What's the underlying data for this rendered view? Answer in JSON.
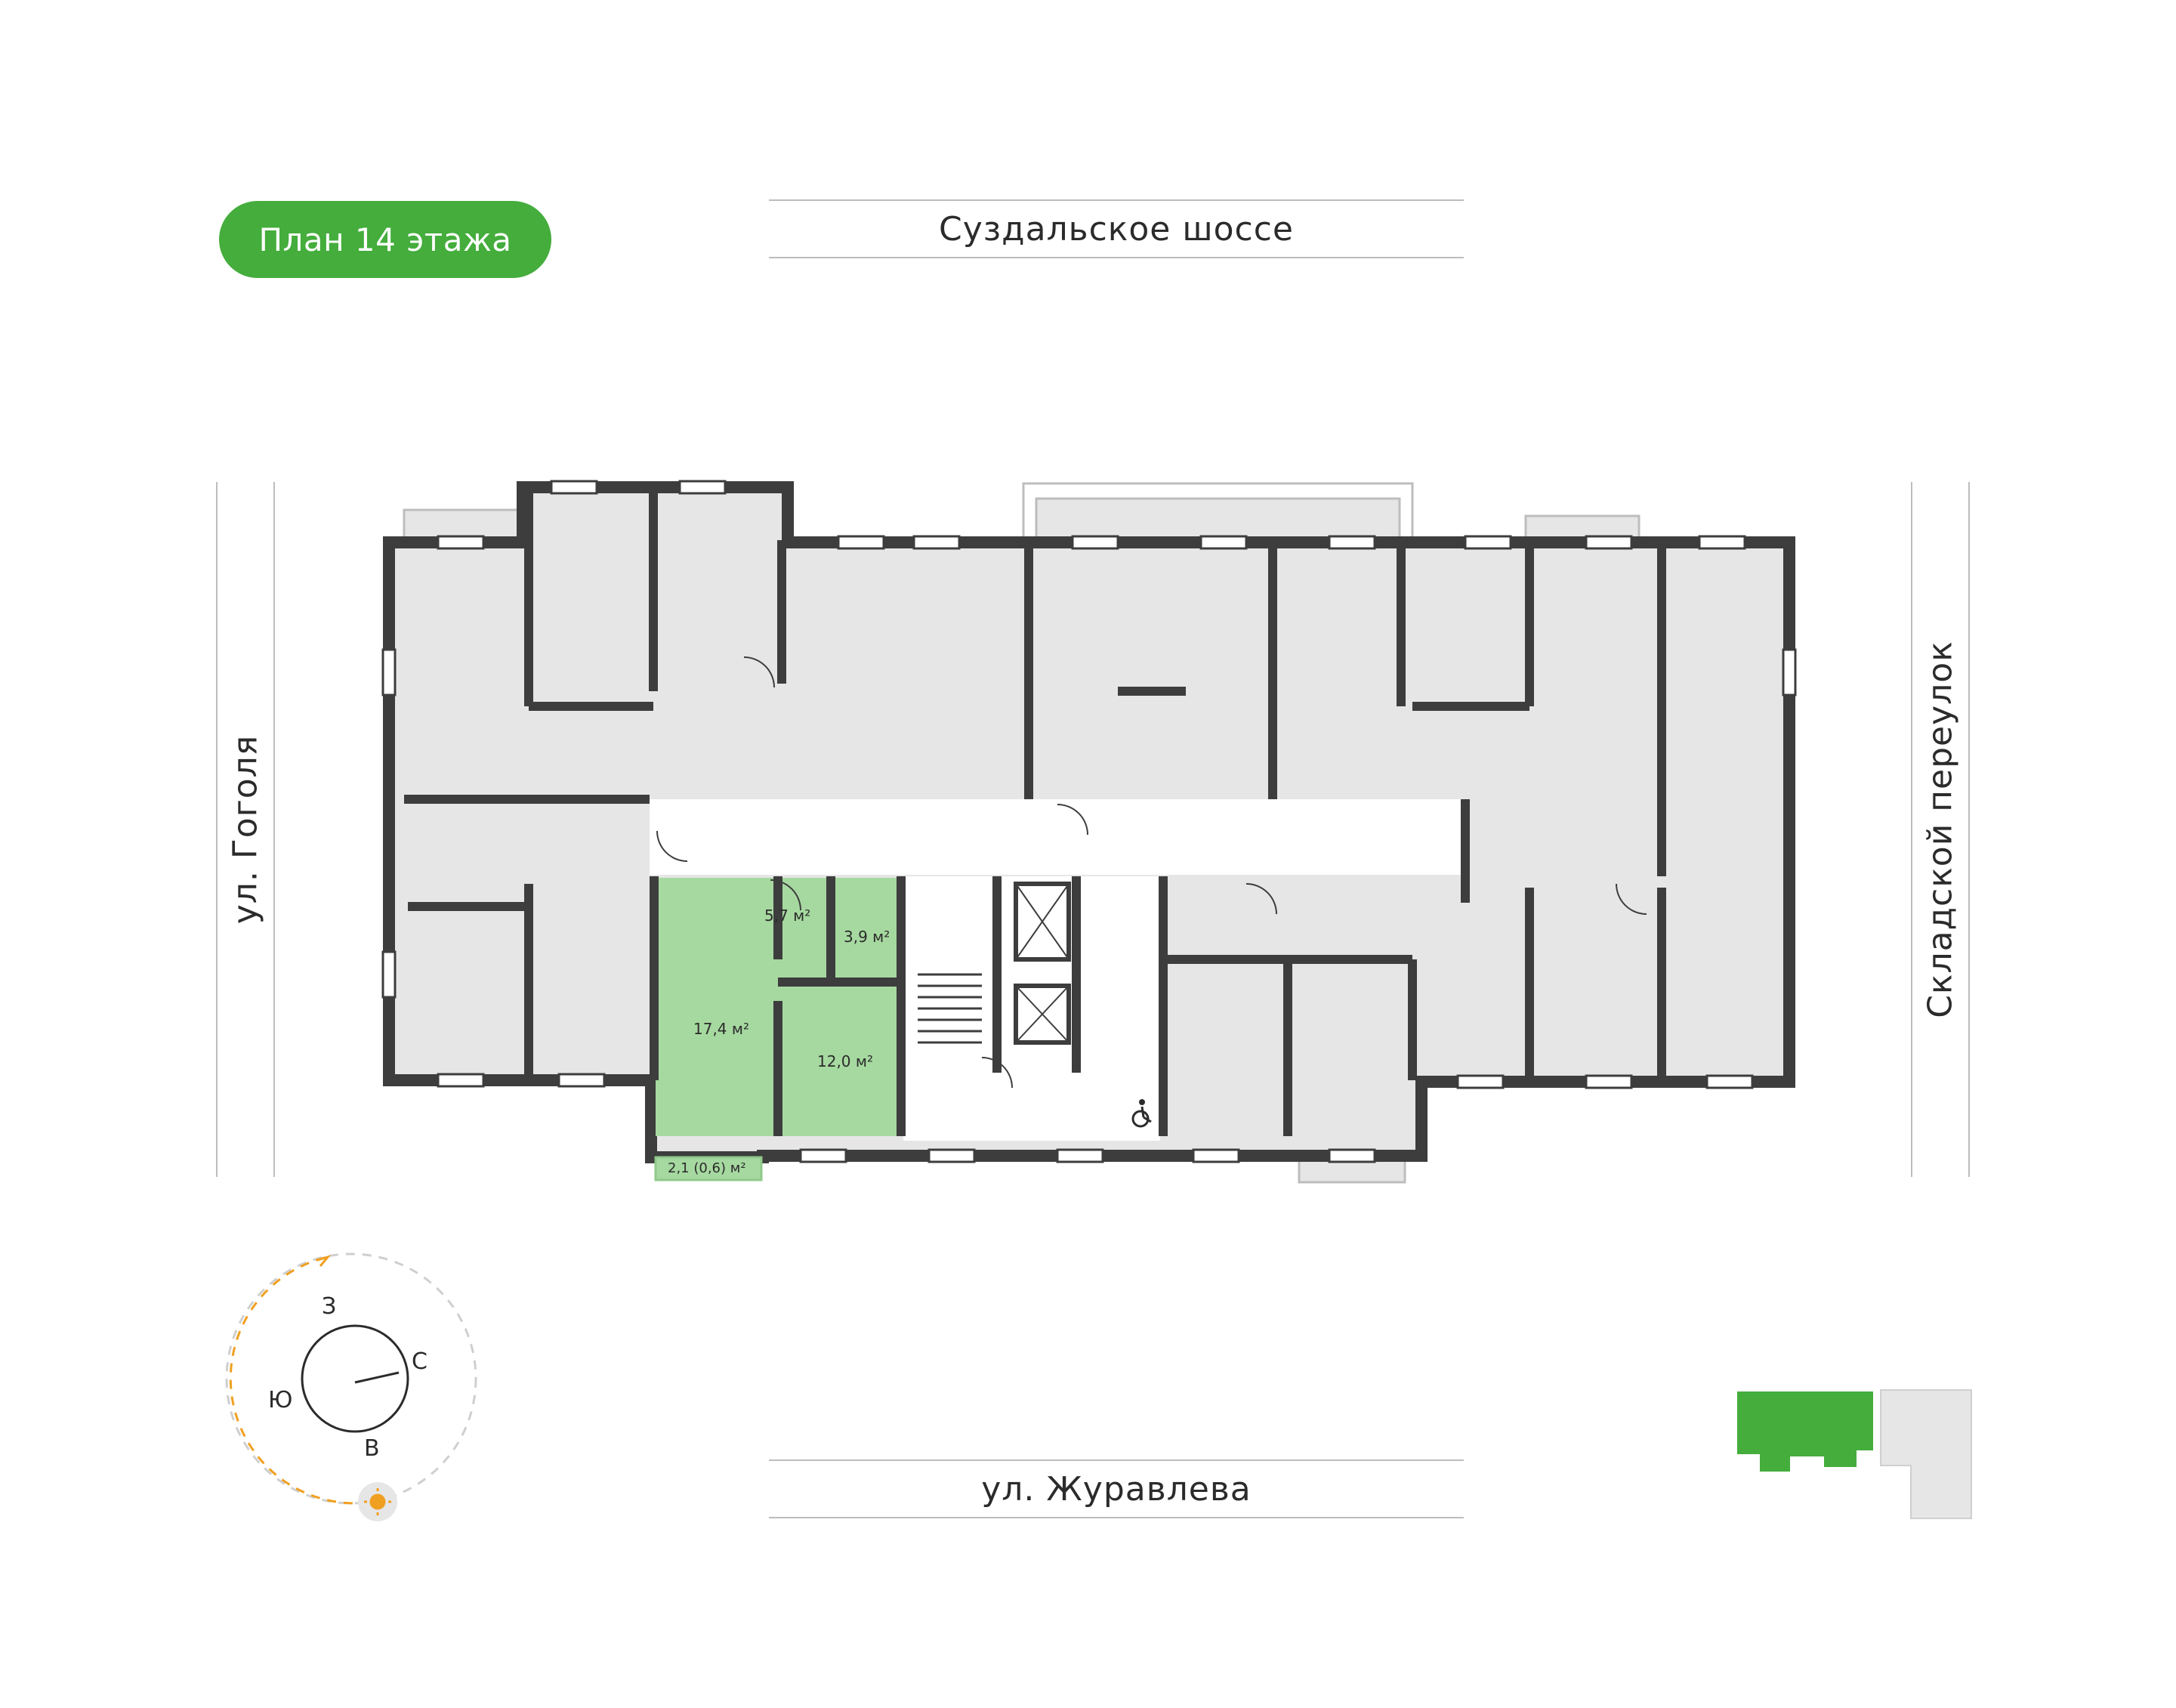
{
  "title": "План 14 этажа",
  "streets": {
    "north": "Суздальское шоссе",
    "south": "ул. Журавлева",
    "west": "ул. Гоголя",
    "east": "Складской переулок"
  },
  "apartment": {
    "highlight_color": "#a6d9a0",
    "rooms": [
      {
        "label": "17,4 м²"
      },
      {
        "label": "12,0 м²"
      },
      {
        "label": "5,7 м²"
      },
      {
        "label": "3,9 м²"
      },
      {
        "label": "2,1 (0,6) м²"
      }
    ]
  },
  "compass": {
    "w": "З",
    "n": "С",
    "e": "В",
    "s": "Ю"
  },
  "colors": {
    "accent": "#44ad3c",
    "wall": "#3d3d3d",
    "room": "#e6e6e7",
    "sun_path": "#f0a020"
  },
  "icons": [
    "wheelchair-icon",
    "sun-icon",
    "elevator-icon",
    "stairs-icon"
  ]
}
